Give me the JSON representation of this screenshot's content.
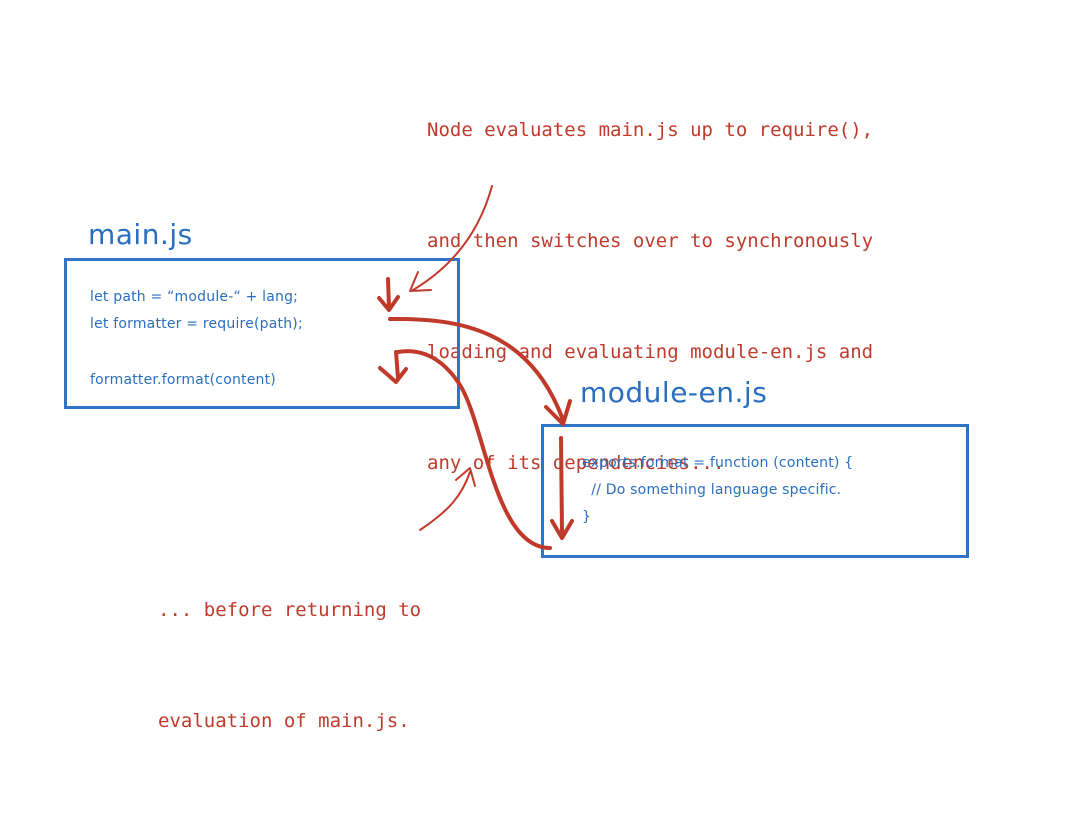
{
  "colors": {
    "code_blue": "#2a6fbf",
    "box_border_blue": "#2f74c6",
    "annotation_red": "#c03a2b"
  },
  "notes": {
    "top": [
      "Node evaluates main.js up to require(),",
      "and then switches over to synchronously",
      "loading and evaluating module-en.js and",
      "any of its dependencies..."
    ],
    "bottom": [
      "... before returning to",
      "evaluation of main.js."
    ]
  },
  "main_js": {
    "title": "main.js",
    "lines": [
      "let path = “module-“ + lang;",
      "let formatter = require(path);",
      "formatter.format(content)"
    ]
  },
  "module_en_js": {
    "title": "module-en.js",
    "lines": [
      "exports.format = function (content) {",
      "  // Do something language specific.",
      "}"
    ]
  }
}
